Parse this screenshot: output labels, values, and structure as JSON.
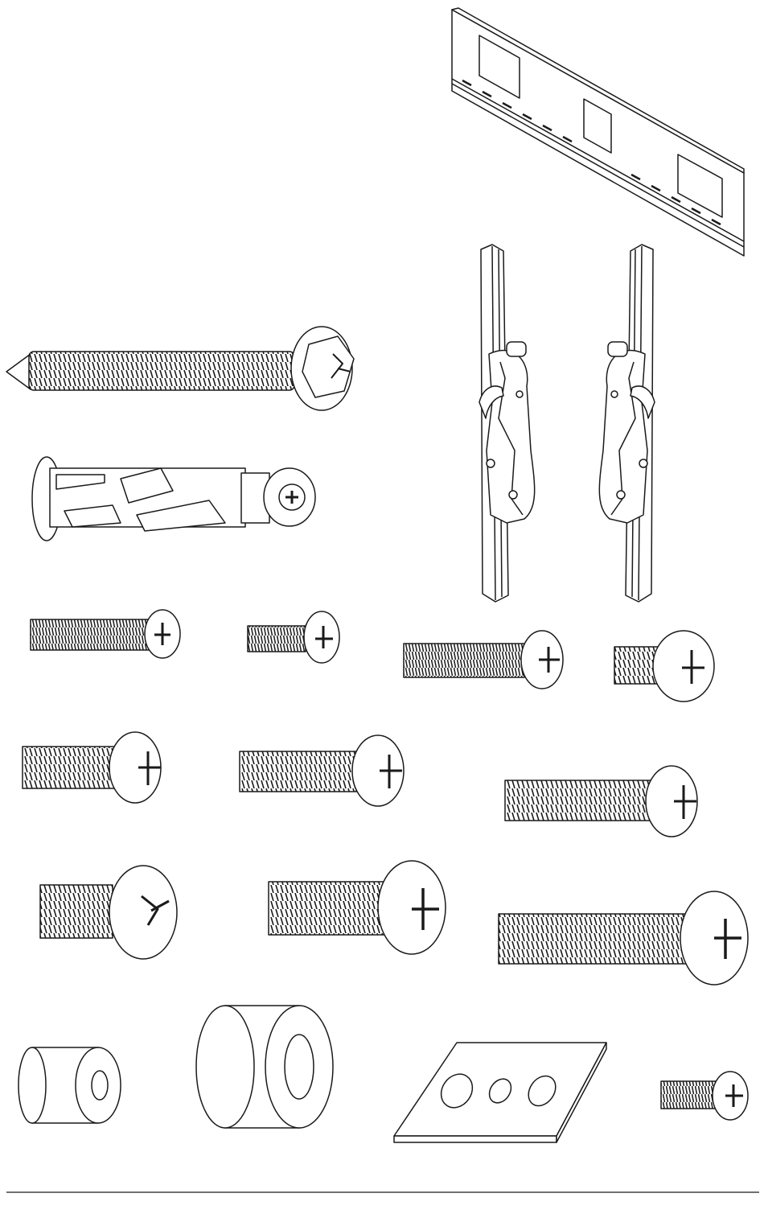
{
  "page": {
    "background": "#ffffff",
    "ink": "#1a1a1a",
    "shade": "#d9d9d9"
  },
  "parts": {
    "wall_plate": "wall-mounting-plate",
    "adapter_brackets": [
      "adapter-bracket-left",
      "adapter-bracket-right"
    ],
    "wood_screw": "hex-head-wood-screw",
    "concrete_anchor": "concrete-anchor",
    "machine_screws": [
      "machine-screw-1",
      "machine-screw-2",
      "machine-screw-3",
      "machine-screw-4",
      "machine-screw-5",
      "machine-screw-6",
      "machine-screw-7",
      "machine-screw-8",
      "machine-screw-9",
      "machine-screw-10",
      "machine-screw-11"
    ],
    "spacers": [
      "small-spacer",
      "large-spacer"
    ],
    "washer_plate": "washer-plate"
  }
}
